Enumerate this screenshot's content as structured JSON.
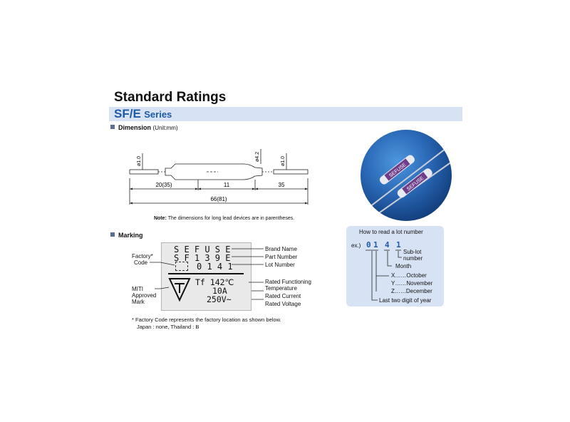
{
  "title": "Standard Ratings",
  "series": {
    "name": "SF/E",
    "suffix": "Series"
  },
  "dimension": {
    "heading": "Dimension",
    "unit": "(Unit:mm)",
    "labels": {
      "lead_dia_left": "ø1.0",
      "body_dia": "ø4.2",
      "lead_dia_right": "ø1.0",
      "left_len": "20(35)",
      "body_len": "11",
      "right_len": "35",
      "total_len": "66(81)"
    },
    "note_label": "Note:",
    "note_text": "The dimensions for long lead devices are in parentheses."
  },
  "marking": {
    "heading": "Marking",
    "box_lines": {
      "brand": "S E F U S E",
      "part": "S F 1 3 9 E",
      "lot": "0 1 4 1",
      "temp": "Tf 142℃",
      "current": "10A",
      "voltage": "250V~"
    },
    "left_labels": {
      "factory": "Factory*",
      "code": "Code",
      "miti1": "MITI",
      "miti2": "Approved",
      "miti3": "Mark"
    },
    "right_labels": {
      "brand": "Brand Name",
      "part": "Part Number",
      "lot": "Lot Number",
      "temp1": "Rated Functioning",
      "temp2": "Temperature",
      "current": "Rated Current",
      "voltage": "Rated Voltage"
    },
    "footnote1": "* Factory Code represents the factory location as shown below.",
    "footnote2": "Japan : none, Thailand : B"
  },
  "lot_reading": {
    "title": "How to read a lot number",
    "example_prefix": "ex.)",
    "digits": [
      "0",
      "1",
      "4",
      "1"
    ],
    "sublot1": "Sub-lot",
    "sublot2": "number",
    "month": "Month",
    "months": [
      {
        "code": "X",
        "dots": "……",
        "name": "October"
      },
      {
        "code": "Y",
        "dots": "……",
        "name": "November"
      },
      {
        "code": "Z",
        "dots": "……",
        "name": "December"
      }
    ],
    "year": "Last two digit of year"
  },
  "photo": {
    "label_text": "SEFUSE"
  }
}
